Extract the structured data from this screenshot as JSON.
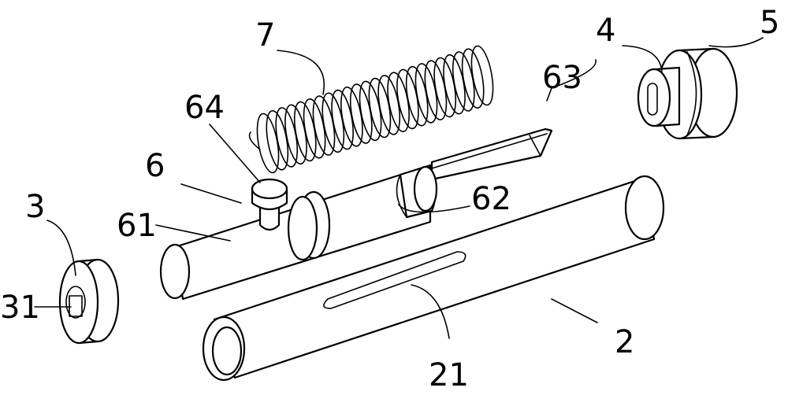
{
  "labels": {
    "l2": "2",
    "l21": "21",
    "l3": "3",
    "l31": "31",
    "l4": "4",
    "l5": "5",
    "l6": "6",
    "l61": "61",
    "l62": "62",
    "l63": "63",
    "l64": "64",
    "l7": "7"
  },
  "colors": {
    "line": "#000000",
    "background": "#ffffff"
  }
}
